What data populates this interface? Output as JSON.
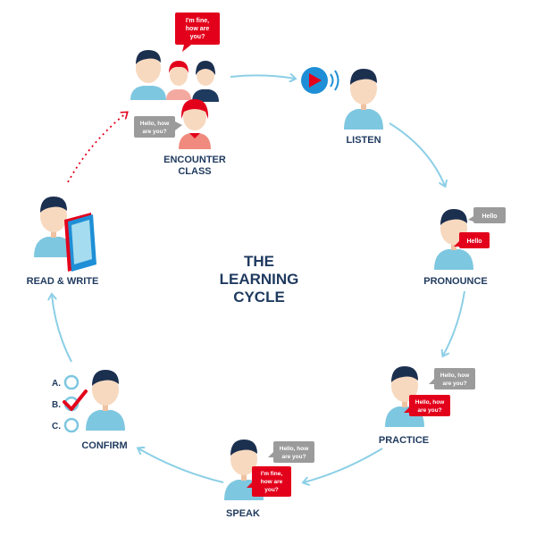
{
  "title": [
    "THE",
    "LEARNING",
    "CYCLE"
  ],
  "colors": {
    "navy": "#1f3a5f",
    "hair": "#1b2f4f",
    "skin": "#f7d9bf",
    "skin_shade": "#eec2a2",
    "shirt": "#7ec7e0",
    "shirt_light": "#a6dcef",
    "arrow": "#8ccfe6",
    "red": "#e3001b",
    "gray": "#9b9b9b",
    "red_dots": "#e3001b"
  },
  "stages": {
    "encounter": {
      "label_line1": "ENCOUNTER",
      "label_line2": "CLASS",
      "bubble_top": [
        "I'm fine,",
        "how are",
        "you?"
      ],
      "bubble_left": [
        "Hello, how",
        "are you?"
      ]
    },
    "listen": {
      "label": "LISTEN",
      "icon": "play-sound-icon"
    },
    "pronounce": {
      "label": "PRONOUNCE",
      "bubble_gray": "Hello",
      "bubble_red": "Hello"
    },
    "practice": {
      "label": "PRACTICE",
      "bubble_gray": [
        "Hello, how",
        "are you?"
      ],
      "bubble_red": [
        "Hello, how",
        "are you?"
      ]
    },
    "speak": {
      "label": "SPEAK",
      "bubble_gray": [
        "Hello, how",
        "are you?"
      ],
      "bubble_red": [
        "I'm fine,",
        "how are",
        "you?"
      ]
    },
    "confirm": {
      "label": "CONFIRM",
      "options": [
        "A.",
        "B.",
        "C."
      ],
      "selected": "B."
    },
    "read_write": {
      "label": "READ & WRITE",
      "icon": "tablet-book-icon"
    }
  }
}
